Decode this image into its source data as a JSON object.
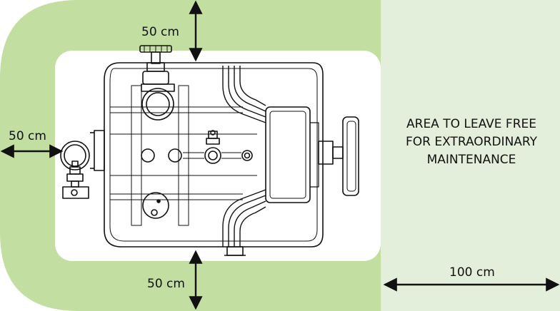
{
  "colors": {
    "clearance_zone": "#c2dea0",
    "maintenance_zone": "#e3eedb",
    "inner_area": "#ffffff",
    "line": "#111111"
  },
  "labels": {
    "top_clearance": "50 cm",
    "left_clearance": "50 cm",
    "bottom_clearance": "50 cm",
    "right_clearance": "100 cm"
  },
  "maintenance_area": {
    "lines": [
      "AREA TO LEAVE FREE",
      "FOR EXTRAORDINARY",
      "MAINTENANCE"
    ]
  }
}
